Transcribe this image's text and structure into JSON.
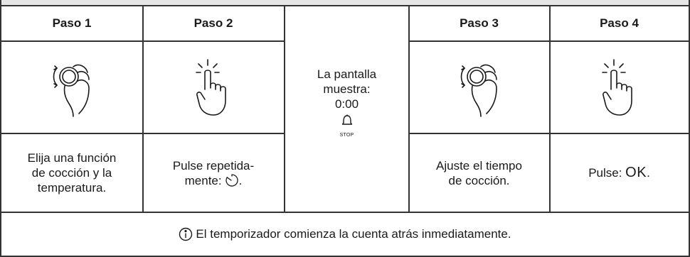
{
  "steps": [
    {
      "title": "Paso 1",
      "icon": "rotate-knob-hand-icon",
      "desc_lines": [
        "Elija una función",
        "de cocción y la",
        "temperatura."
      ]
    },
    {
      "title": "Paso 2",
      "icon": "press-finger-icon",
      "desc_lines": [
        "Pulse repetida-",
        "mente:"
      ]
    },
    {
      "title": "Paso 3",
      "icon": "rotate-knob-hand-icon",
      "desc_lines": [
        "Ajuste el tiempo",
        "de cocción."
      ]
    },
    {
      "title": "Paso 4",
      "icon": "press-finger-icon",
      "desc_lines": [
        "Pulse:"
      ],
      "ok_label": "OK"
    }
  ],
  "display": {
    "lines": [
      "La pantalla",
      "muestra:",
      "0:00"
    ],
    "bell_label": "STOP",
    "icon": "bell-icon"
  },
  "footer": {
    "text": "El temporizador comienza la cuenta atrás inmediatamente.",
    "icon": "info-icon"
  },
  "period": "."
}
